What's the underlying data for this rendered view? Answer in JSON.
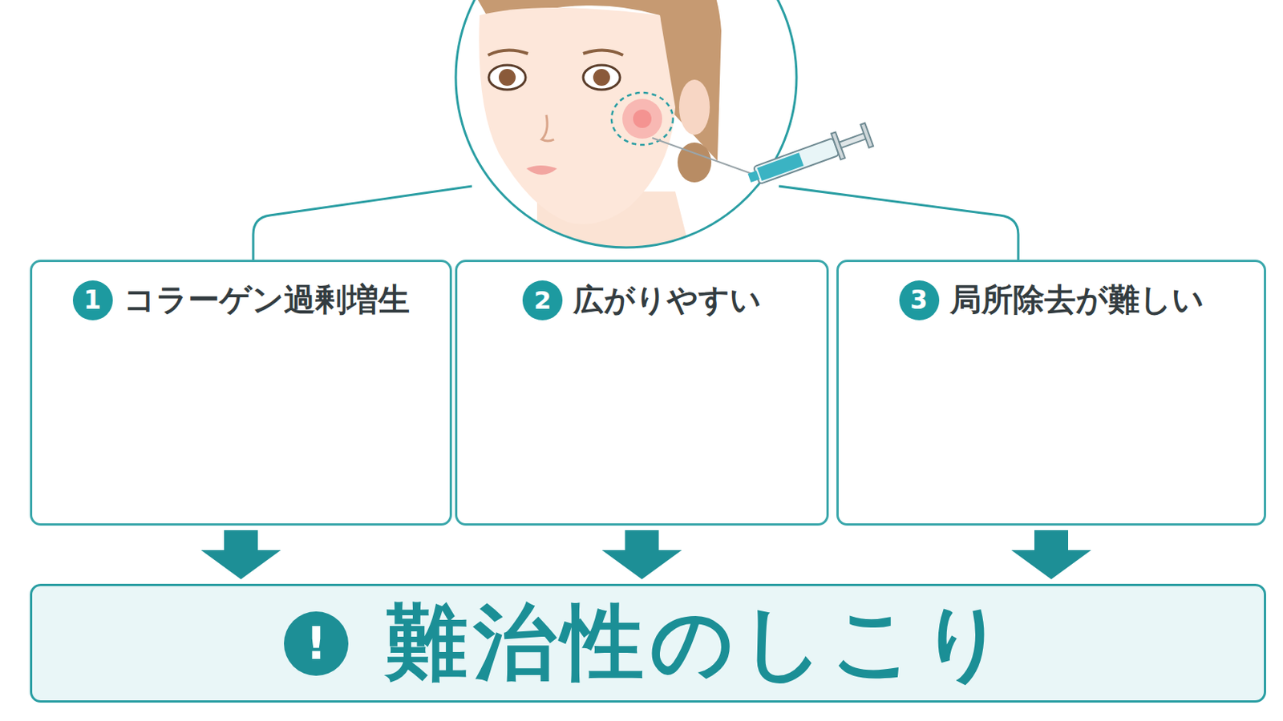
{
  "diagram": {
    "nodes": [
      {
        "text": [
          "1",
          "コラーゲン過剰増生"
        ]
      },
      {
        "text": [
          "2",
          "広がりやすい"
        ]
      },
      {
        "text": [
          "3",
          "局所除去が難しい"
        ]
      },
      {
        "text": [
          "!",
          "難治性のしこり"
        ]
      }
    ],
    "edges": [
      {
        "from": 0,
        "to": 3,
        "arrow": "to"
      },
      {
        "from": 1,
        "to": 3,
        "arrow": "to"
      },
      {
        "from": 2,
        "to": 3,
        "arrow": "to"
      }
    ]
  }
}
